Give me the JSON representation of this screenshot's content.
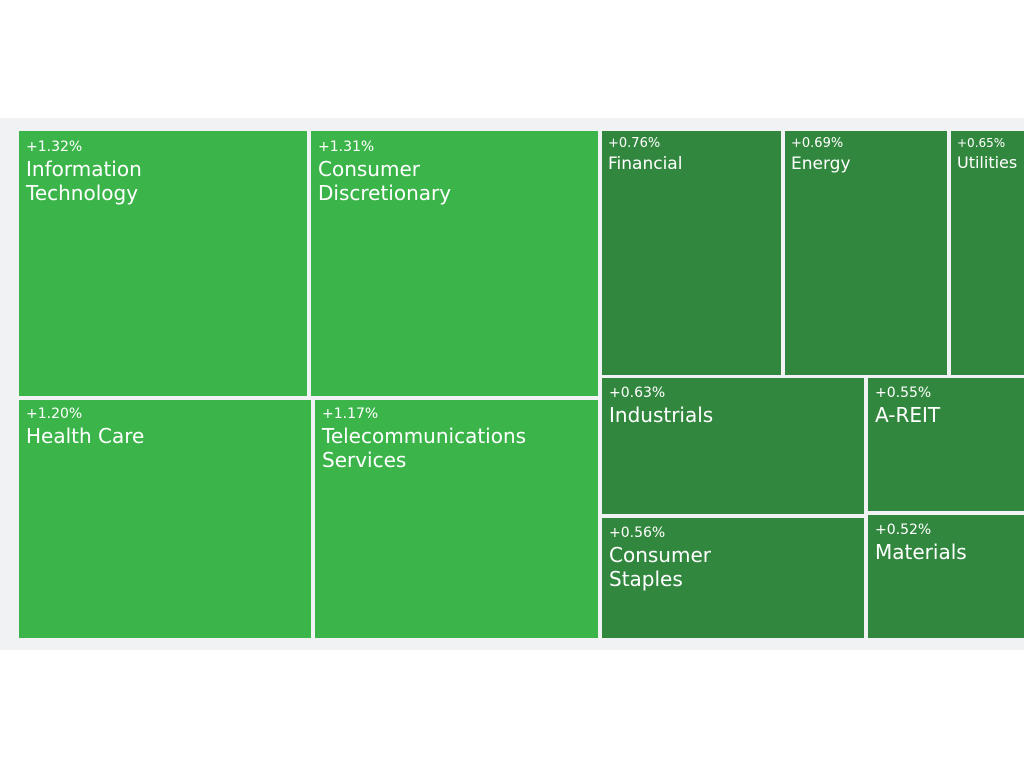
{
  "chart_data": {
    "type": "treemap",
    "colors": {
      "higher_change": "#3bb54a",
      "lower_change": "#31873e",
      "background": "#f0f2f4",
      "gap": "#ffffff",
      "text": "#ffffff"
    },
    "sectors": [
      {
        "name": "Information Technology",
        "change": "+1.32%",
        "value": 1.32
      },
      {
        "name": "Consumer Discretionary",
        "change": "+1.31%",
        "value": 1.31
      },
      {
        "name": "Health Care",
        "change": "+1.20%",
        "value": 1.2
      },
      {
        "name": "Telecommunications Services",
        "change": "+1.17%",
        "value": 1.17
      },
      {
        "name": "Financial",
        "change": "+0.76%",
        "value": 0.76
      },
      {
        "name": "Energy",
        "change": "+0.69%",
        "value": 0.69
      },
      {
        "name": "Utilities",
        "change": "+0.65%",
        "value": 0.65
      },
      {
        "name": "Industrials",
        "change": "+0.63%",
        "value": 0.63
      },
      {
        "name": "A-REIT",
        "change": "+0.55%",
        "value": 0.55
      },
      {
        "name": "Consumer Staples",
        "change": "+0.56%",
        "value": 0.56
      },
      {
        "name": "Materials",
        "change": "+0.52%",
        "value": 0.52
      }
    ]
  }
}
